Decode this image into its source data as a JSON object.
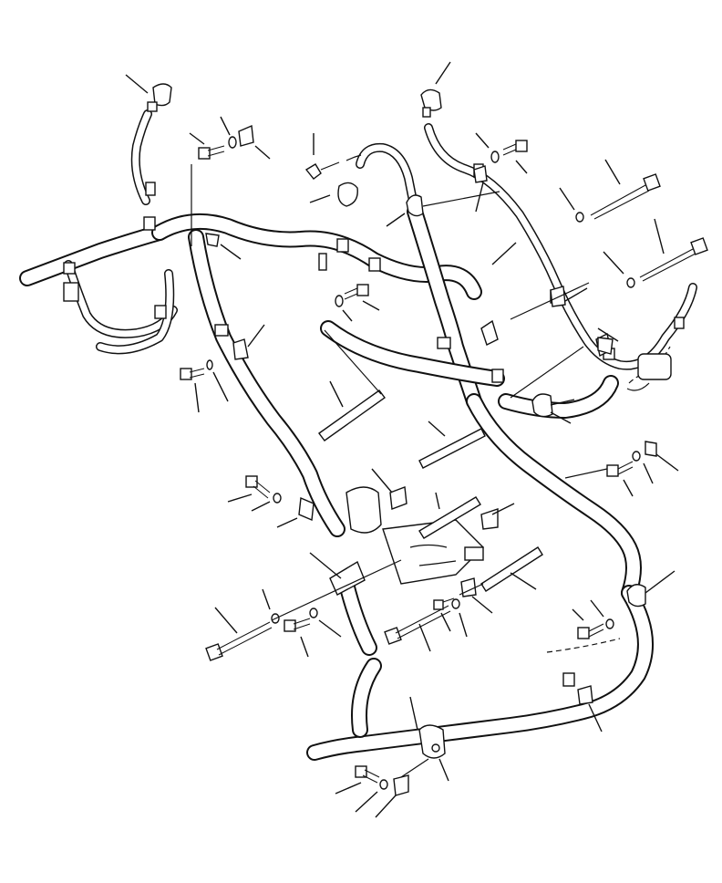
{
  "diagram": {
    "type": "exploded-parts-view",
    "colors": {
      "line": "#111111",
      "background": "#ffffff"
    },
    "parts": [
      "harness-left",
      "harness-center",
      "cable-right",
      "lower-hose",
      "hose-fitting-top-left",
      "hose-fitting-top-right",
      "hose-fitting-center",
      "spacer-sleeves",
      "long-bolts",
      "short-bolts",
      "washers",
      "p-clamps",
      "brackets",
      "relay-block"
    ]
  }
}
